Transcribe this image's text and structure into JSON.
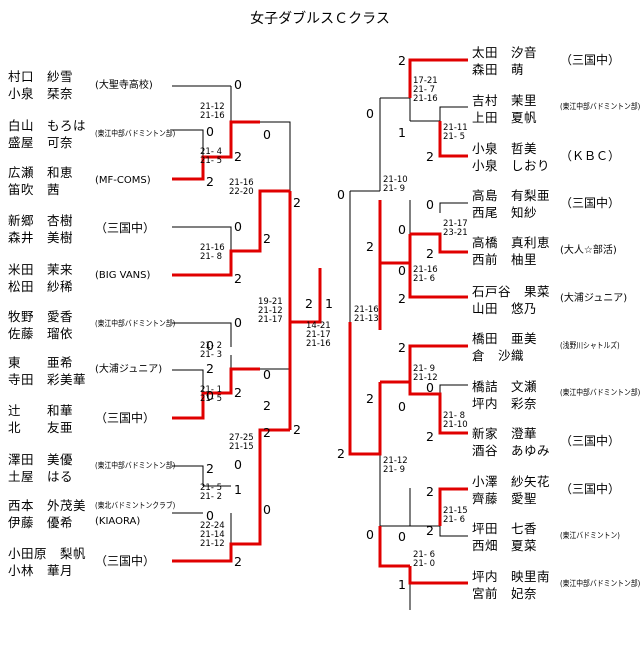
{
  "title": "女子ダブルスＣクラス",
  "left_teams": [
    {
      "p1": "村口　紗雪",
      "p2": "小泉　栞奈",
      "club": "(大聖寺高校)"
    },
    {
      "p1": "白山　もろは",
      "p2": "盛屋　可奈",
      "club": "(東江中部バドミントン部)"
    },
    {
      "p1": "広瀬　和恵",
      "p2": "笛吹　茜",
      "club": "(MF-COMS)"
    },
    {
      "p1": "新郷　杏樹",
      "p2": "森井　美樹",
      "club": "（三国中）"
    },
    {
      "p1": "米田　茉来",
      "p2": "松田　紗稀",
      "club": "(BIG VANS)"
    },
    {
      "p1": "牧野　愛香",
      "p2": "佐藤　瑠依",
      "club": "(東江中部バドミントン部)"
    },
    {
      "p1": "東　　亜希",
      "p2": "寺田　彩美華",
      "club": "(大浦ジュニア)"
    },
    {
      "p1": "辻　　和華",
      "p2": "北　　友亜",
      "club": "（三国中）"
    },
    {
      "p1": "澤田　美優",
      "p2": "土屋　はる",
      "club": "(東江中部バドミントン部)"
    },
    {
      "p1": "西本　外茂美",
      "p2": "伊藤　優希",
      "club": "(東北バドミントンクラブ)"
    },
    {
      "p1": "小田原　梨帆",
      "p2": "小林　華月",
      "club": "（三国中）"
    }
  ],
  "right_teams": [
    {
      "p1": "太田　汐音",
      "p2": "森田　萌",
      "club": "（三国中）"
    },
    {
      "p1": "吉村　茉里",
      "p2": "上田　夏帆",
      "club": "(東江中部バドミントン部)"
    },
    {
      "p1": "小泉　哲美",
      "p2": "小泉　しおり",
      "club": "（ＫＢＣ）"
    },
    {
      "p1": "高島　有梨亜",
      "p2": "西尾　知紗",
      "club": "（三国中）"
    },
    {
      "p1": "高橋　真利恵",
      "p2": "西前　柚里",
      "club": "(大人☆部活)"
    },
    {
      "p1": "石戸谷　果菜",
      "p2": "山田　悠乃",
      "club": "(大浦ジュニア)"
    },
    {
      "p1": "橋田　亜美",
      "p2": "倉　沙織",
      "club": "(浅野川シャトルズ)"
    },
    {
      "p1": "橋詰　文瀬",
      "p2": "坪内　彩奈",
      "club": "(東江中部バドミントン部)"
    },
    {
      "p1": "新家　澄華",
      "p2": "酒谷　あゆみ",
      "club": "（三国中）"
    },
    {
      "p1": "小澤　紗矢花",
      "p2": "齊藤　愛聖",
      "club": "（三国中）"
    },
    {
      "p1": "坪田　七香",
      "p2": "西畑　夏菜",
      "club": "(東江バドミントン)"
    },
    {
      "p1": "坪内　映里南",
      "p2": "宮前　妃奈",
      "club": "(東江中部バドミントン部)"
    }
  ],
  "scores": [
    "0",
    "0",
    "2",
    "2",
    "0",
    "2",
    "0",
    "2",
    "2",
    "0",
    "0",
    "2",
    "0",
    "2",
    "0",
    "2",
    "2",
    "0",
    "2",
    "2",
    "1",
    "0",
    "0",
    "2",
    "2",
    "1",
    "2",
    "2",
    "0",
    "1",
    "2",
    "0",
    "2",
    "0",
    "0",
    "2",
    "0",
    "2",
    "0",
    "2",
    "2",
    "0",
    "0",
    "2",
    "0",
    "2",
    "2",
    "1",
    "2",
    "0"
  ],
  "game_scores": [
    "21-12\n21-16",
    "21- 4\n21- 5",
    "21-16\n22-20",
    "21-16\n21- 8",
    "19-21\n21-12\n21-17",
    "21- 2\n21- 3",
    "21- 1\n21- 5",
    "27-25\n21-15",
    "21- 5\n21- 2",
    "22-24\n21-14\n21-12",
    "14-21\n21-17\n21-16",
    "17-21\n21- 7\n21-16",
    "21-11\n21- 5",
    "21-10\n21- 9",
    "21-17\n23-21",
    "21-16\n21- 6",
    "21-16\n21-13",
    "21- 9\n21-12",
    "21- 8\n21-10",
    "21-12\n21- 9",
    "21-15\n21- 6",
    "21- 6\n21- 0"
  ]
}
